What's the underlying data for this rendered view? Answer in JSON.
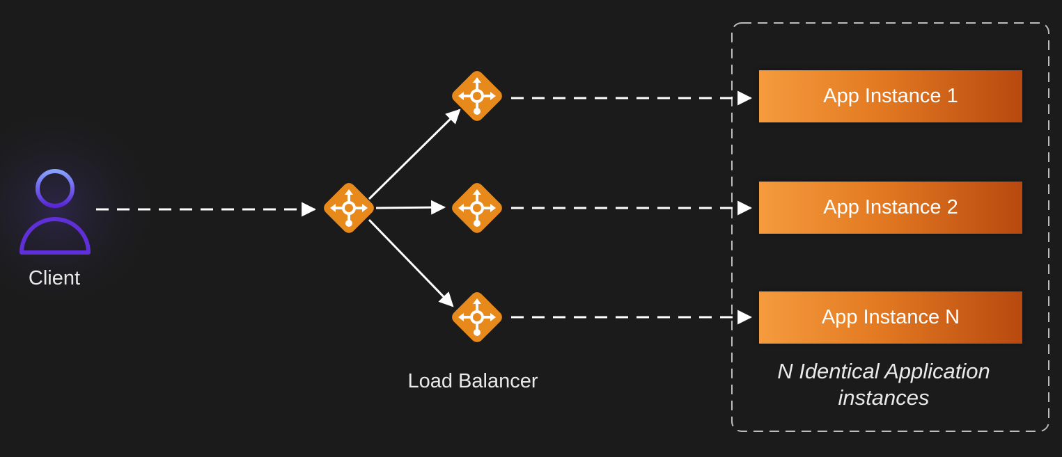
{
  "client": {
    "label": "Client",
    "icon": "user-icon"
  },
  "load_balancer": {
    "label": "Load Balancer",
    "icon": "router-icon"
  },
  "instances": [
    {
      "label": "App Instance 1"
    },
    {
      "label": "App Instance 2"
    },
    {
      "label": "App Instance N"
    }
  ],
  "instances_group": {
    "caption": "N Identical Application instances"
  },
  "colors": {
    "background": "#1b1b1b",
    "router_orange": "#e8891c",
    "instance_gradient_start": "#f59b3e",
    "instance_gradient_end": "#b8490f",
    "client_icon_top": "#7f8cff",
    "client_icon_bottom": "#5b2bd9",
    "connector": "#ffffff"
  }
}
